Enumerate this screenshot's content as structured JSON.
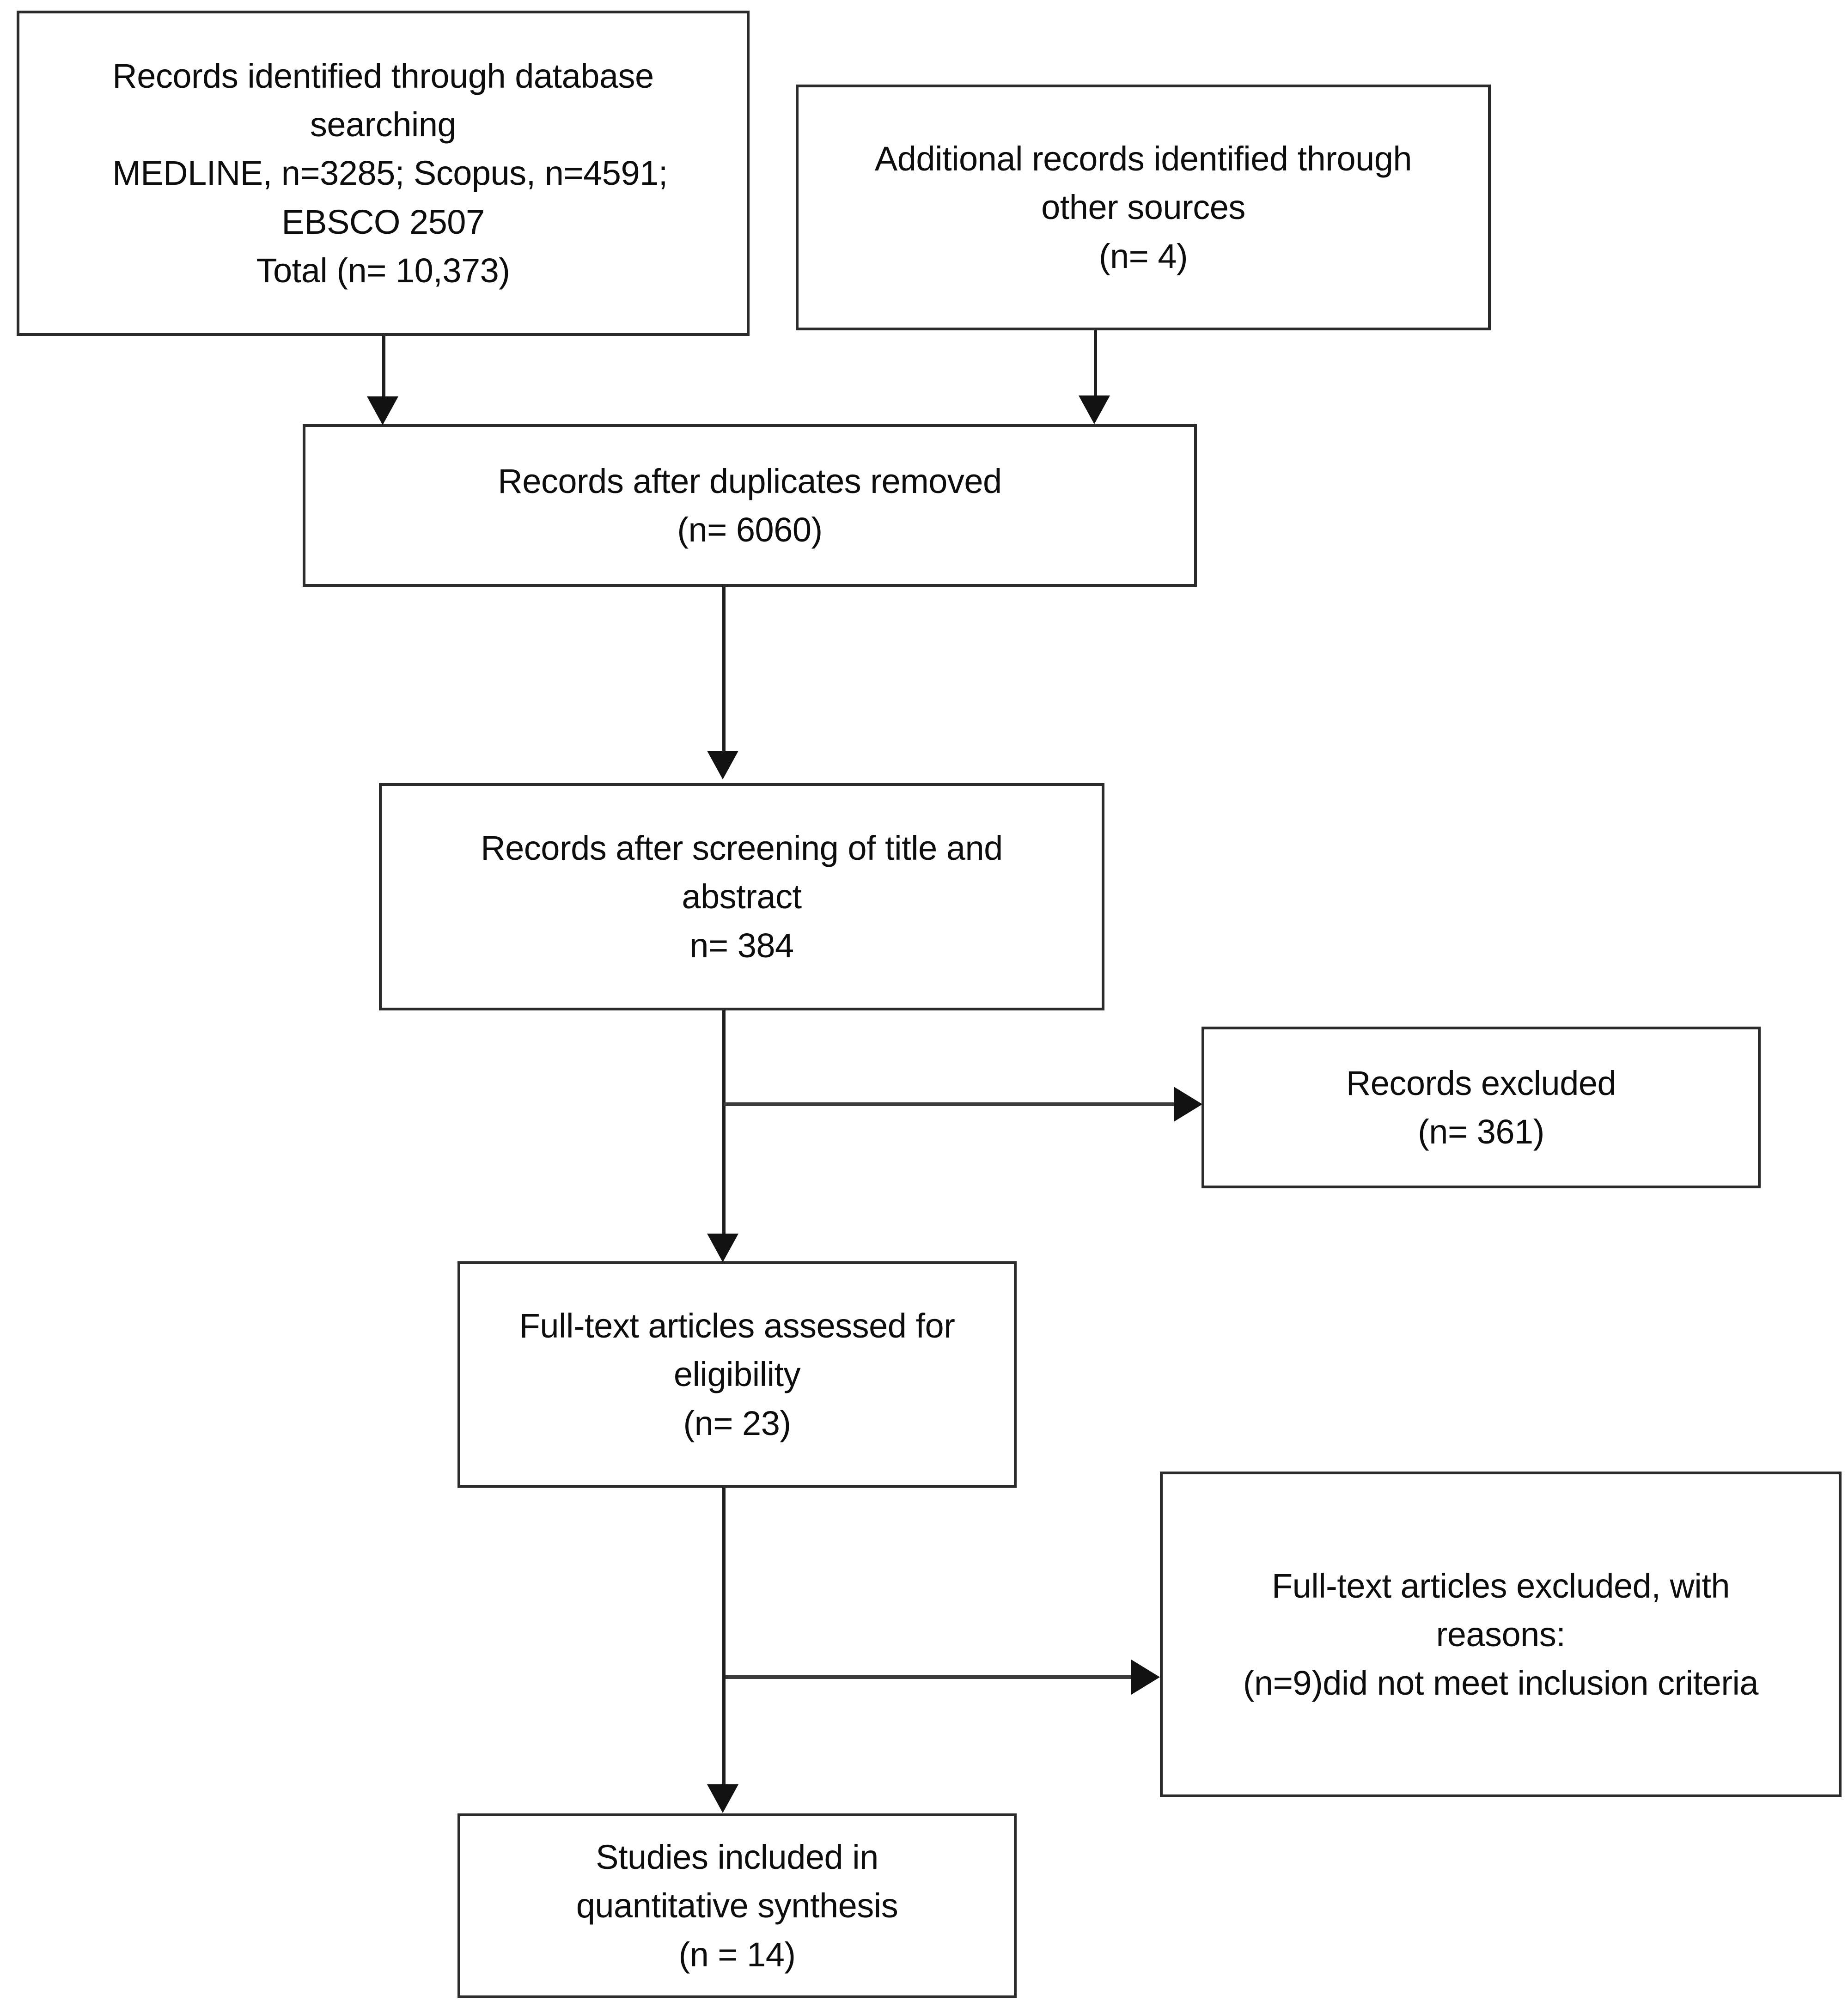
{
  "diagram": {
    "title": "PRISMA study selection flow diagram",
    "type": "flowchart",
    "colors": {
      "box_border": "#2b2b2b",
      "connector": "#1f1f1f",
      "background": "#ffffff",
      "text": "#0d0d0d"
    },
    "nodes": {
      "database_search": {
        "name": "Records identified through database searching",
        "lines": [
          "Records identified through database",
          "searching",
          "MEDLINE, n=3285; Scopus, n=4591;",
          "EBSCO 2507",
          "Total (n= 10,373)"
        ],
        "counts": {
          "MEDLINE": 3285,
          "Scopus": 4591,
          "EBSCO": 2507,
          "total": 10373
        }
      },
      "other_sources": {
        "name": "Additional records identified through other sources",
        "lines": [
          "Additional records identified through",
          "other sources",
          "(n= 4)"
        ],
        "count": 4
      },
      "duplicates_removed": {
        "name": "Records after duplicates removed",
        "lines": [
          "Records after duplicates removed",
          "(n= 6060)"
        ],
        "count": 6060
      },
      "screening": {
        "name": "Records after screening of title and abstract",
        "lines": [
          "Records after screening of title and",
          "abstract",
          "n= 384"
        ],
        "count": 384
      },
      "records_excluded": {
        "name": "Records excluded",
        "lines": [
          "Records excluded",
          "(n= 361)"
        ],
        "count": 361
      },
      "fulltext_assessed": {
        "name": "Full-text articles assessed for eligibility",
        "lines": [
          "Full-text articles assessed for",
          "eligibility",
          "(n= 23)"
        ],
        "count": 23
      },
      "fulltext_excluded": {
        "name": "Full-text articles excluded, with reasons",
        "lines": [
          "Full-text articles excluded, with",
          "reasons:",
          "(n=9)did not meet inclusion criteria"
        ],
        "count": 9,
        "reason": "did not meet inclusion criteria"
      },
      "included": {
        "name": "Studies included in quantitative synthesis",
        "lines": [
          "Studies included in",
          "quantitative synthesis",
          "(n = 14)"
        ],
        "count": 14
      }
    },
    "connectors": [
      {
        "from": "database_search",
        "to": "duplicates_removed",
        "direction": "down"
      },
      {
        "from": "other_sources",
        "to": "duplicates_removed",
        "direction": "down"
      },
      {
        "from": "duplicates_removed",
        "to": "screening",
        "direction": "down"
      },
      {
        "from": "screening",
        "to": "records_excluded",
        "direction": "right"
      },
      {
        "from": "screening",
        "to": "fulltext_assessed",
        "direction": "down"
      },
      {
        "from": "fulltext_assessed",
        "to": "fulltext_excluded",
        "direction": "right"
      },
      {
        "from": "fulltext_assessed",
        "to": "included",
        "direction": "down"
      }
    ]
  }
}
